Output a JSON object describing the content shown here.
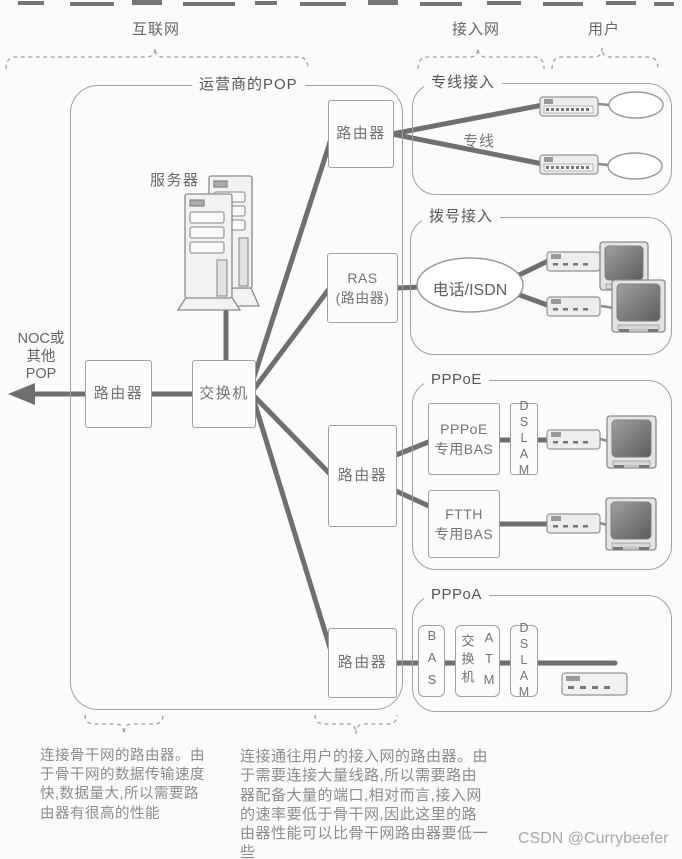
{
  "top_labels": {
    "internet": "互联网",
    "access_network": "接入网",
    "users": "用户"
  },
  "pop": {
    "title": "运营商的POP",
    "server_label": "服务器",
    "noc_label": "NOC或\n其他\nPOP",
    "router_left": "路由器",
    "switch": "交换机"
  },
  "middle_nodes": {
    "router_top": "路由器",
    "ras": "RAS\n(路由器)",
    "router_mid": "路由器",
    "router_bottom": "路由器"
  },
  "sections": {
    "leased": {
      "title": "专线接入",
      "line_label": "专线"
    },
    "dialup": {
      "title": "拨号接入",
      "cloud": "电话/ISDN"
    },
    "pppoe": {
      "title": "PPPoE",
      "bas1": "PPPoE\n专用BAS",
      "dslam": "DSLAM",
      "bas2": "FTTH\n专用BAS"
    },
    "pppoa": {
      "title": "PPPoA",
      "bas": "BAS",
      "atm_switch_cn": "交换机",
      "atm_switch_en": "ATM",
      "dslam": "DSLAM"
    }
  },
  "notes": {
    "backbone": "连接骨干网的路由器。由于骨干网的数据传输速度快,数据量大,所以需要路由器有很高的性能",
    "access": "连接通往用户的接入网的路由器。由于需要连接大量线路,所以需要路由器配备大量的端口,相对而言,接入网的速率要低于骨干网,因此这里的路由器性能可以比骨干网路由器要低一些"
  },
  "watermark": "CSDN @Currybeefer",
  "colors": {
    "connector": "#6f6f6f",
    "box_border": "#a0a0a0",
    "label_text": "#666666",
    "note_text": "#8c8c8c",
    "watermark": "#a9a9a9"
  }
}
